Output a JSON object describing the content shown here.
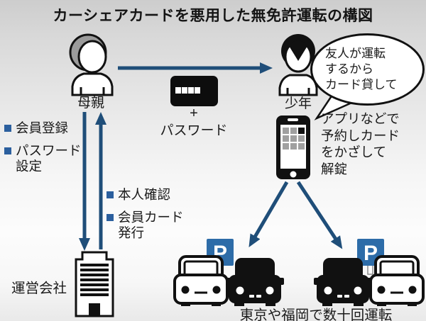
{
  "title": "カーシェアカードを悪用した無免許運転の構図",
  "mother": {
    "label": "母親"
  },
  "boy": {
    "label": "少年",
    "speech": "友人が運転\nするから\nカード貸して"
  },
  "card": {
    "plus": "+",
    "label": "パスワード"
  },
  "registration_steps": [
    "会員登録",
    "パスワード\n設定"
  ],
  "company_steps": [
    "本人確認",
    "会員カード\n発行"
  ],
  "company": {
    "label": "運営会社"
  },
  "phone": {
    "note": "アプリなどで\n予約しカード\nをかざして\n解錠"
  },
  "parking": {
    "letter": "P"
  },
  "result": {
    "label": "東京や福岡で数十回運転"
  },
  "colors": {
    "arrow": "#1f4e79",
    "bullet": "#2b5f9e",
    "parking_blue": "#2d6ca8",
    "hair_gray": "#9b9b9b",
    "icon_black": "#111111"
  }
}
